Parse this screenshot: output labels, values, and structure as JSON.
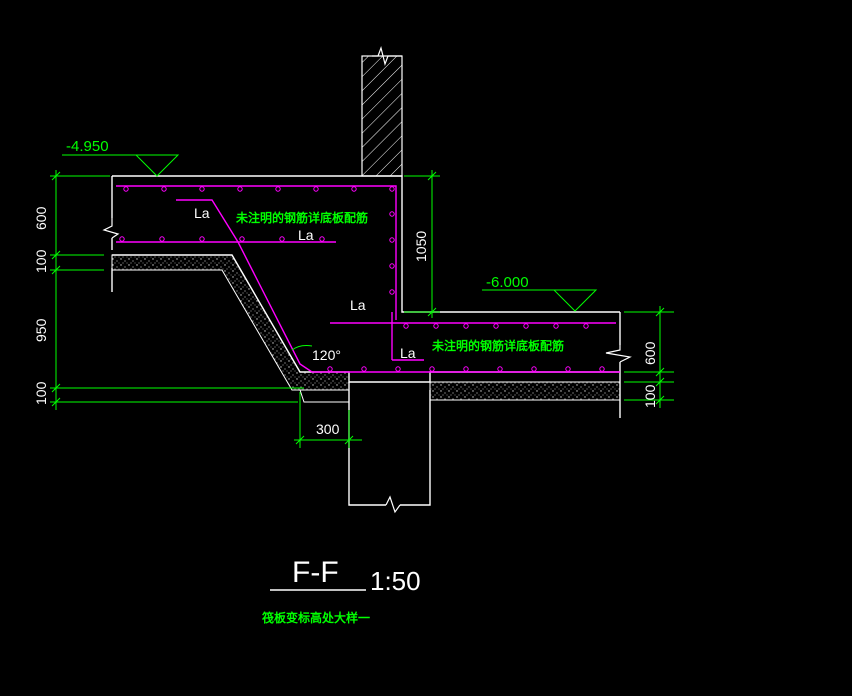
{
  "colors": {
    "background": "#000000",
    "outline": "#ffffff",
    "rebar": "#ff00ff",
    "dimension": "#00ff00",
    "text": "#ffffff",
    "annotation": "#00ff00"
  },
  "elevations": {
    "upper": "-4.950",
    "lower": "-6.000"
  },
  "dimensions": {
    "left": [
      "600",
      "100",
      "950",
      "100"
    ],
    "step_height": "1050",
    "right": [
      "600",
      "100"
    ],
    "pile_offset": "300",
    "angle": "120°"
  },
  "anchorage_labels": [
    "La",
    "La",
    "La",
    "La"
  ],
  "notes": {
    "upper_rebar": "未注明的钢筋详底板配筋",
    "lower_rebar": "未注明的钢筋详底板配筋"
  },
  "section": {
    "title": "F-F",
    "scale": "1:50",
    "subtitle": "筏板变标高处大样一"
  },
  "icons": [
    "break-line-icon",
    "elevation-triangle-icon",
    "rebar-dot-icon"
  ]
}
